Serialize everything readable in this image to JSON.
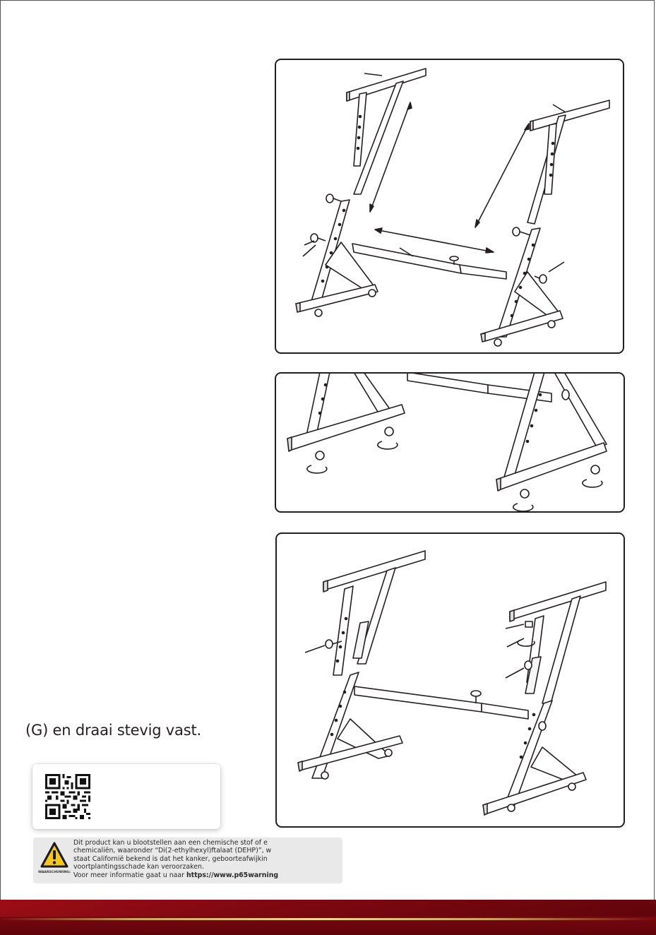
{
  "instructions": {
    "step_text": "(G) en draai stevig vast."
  },
  "qr_code": {
    "icon": "qr-code"
  },
  "warning": {
    "label": "WAARSCHUWING:",
    "icon": "warning-triangle-icon",
    "line1": "Dit product kan u blootstellen aan een chemische stof of e",
    "line2": "chemicaliën, waaronder “Di(2-ethylhexyl)ftalaat (DEHP)”, w",
    "line3": "staat Californië bekend is dat het kanker, geboorteafwijkin",
    "line4": "voortplantingsschade kan veroorzaken.",
    "line5_prefix": "Voor meer informatie gaat u naar ",
    "line5_link": "https://www.p65warning"
  },
  "colors": {
    "footer_red": "#8c0a12",
    "footer_gold": "#f0d98a",
    "warning_yellow": "#f3c623"
  }
}
